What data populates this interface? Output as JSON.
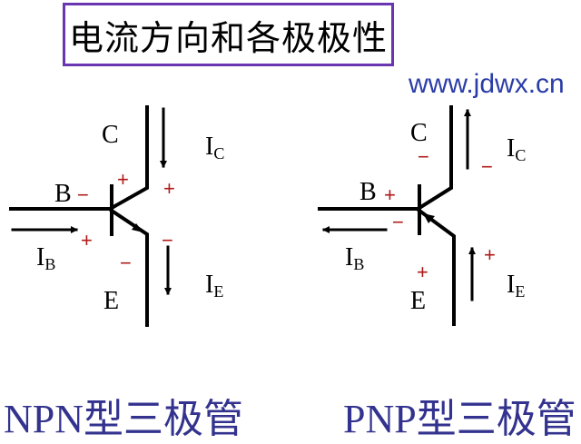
{
  "title": "电流方向和各极极性",
  "npn": {
    "caption": "NPN型三极管",
    "collector": "C",
    "base": "B",
    "emitter": "E",
    "ic": {
      "main": "I",
      "sub": "C"
    },
    "ib": {
      "main": "I",
      "sub": "B"
    },
    "ie": {
      "main": "I",
      "sub": "E"
    },
    "signs": {
      "base_top": "−",
      "base_bottom": "+",
      "collector_inner": "+",
      "collector_outer": "+",
      "emitter_inner": "−",
      "emitter_outer": "−"
    }
  },
  "pnp": {
    "caption": "PNP型三极管",
    "collector": "C",
    "base": "B",
    "emitter": "E",
    "ic": {
      "main": "I",
      "sub": "C"
    },
    "ib": {
      "main": "I",
      "sub": "B"
    },
    "ie": {
      "main": "I",
      "sub": "E"
    },
    "signs": {
      "base_top": "+",
      "base_bottom": "−",
      "collector_inner": "−",
      "collector_outer": "−",
      "emitter_inner": "+",
      "emitter_outer": "+"
    }
  },
  "watermark": "www.jdwx.cn",
  "colors": {
    "border": "#6a35b0",
    "sign": "#b01818",
    "caption": "#33338f"
  }
}
